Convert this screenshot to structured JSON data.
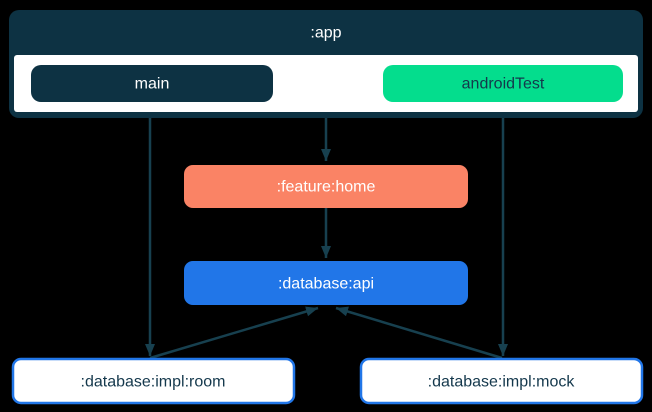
{
  "canvas": {
    "background": "#000000"
  },
  "colors": {
    "navy": "#0D3243",
    "arrow": "#17404F",
    "green": "#04DD8D",
    "salmon": "#FA8365",
    "blue": "#2176E8",
    "white": "#FFFFFF",
    "text_light": "#FFFFFF",
    "text_dark": "#14384C"
  },
  "diagram": {
    "title_node": {
      "label": ":app"
    },
    "source_sets": {
      "main": {
        "label": "main"
      },
      "android_test": {
        "label": "androidTest"
      }
    },
    "modules": {
      "feature_home": {
        "label": ":feature:home"
      },
      "database_api": {
        "label": ":database:api"
      },
      "database_impl_room": {
        "label": ":database:impl:room"
      },
      "database_impl_mock": {
        "label": ":database:impl:mock"
      }
    },
    "edges": [
      {
        "from": ":app",
        "to": ":feature:home"
      },
      {
        "from": ":feature:home",
        "to": ":database:api"
      },
      {
        "from": "main",
        "to": ":database:impl:room"
      },
      {
        "from": "androidTest",
        "to": ":database:impl:mock"
      },
      {
        "from": ":database:impl:room",
        "to": ":database:api"
      },
      {
        "from": ":database:impl:mock",
        "to": ":database:api"
      }
    ]
  }
}
